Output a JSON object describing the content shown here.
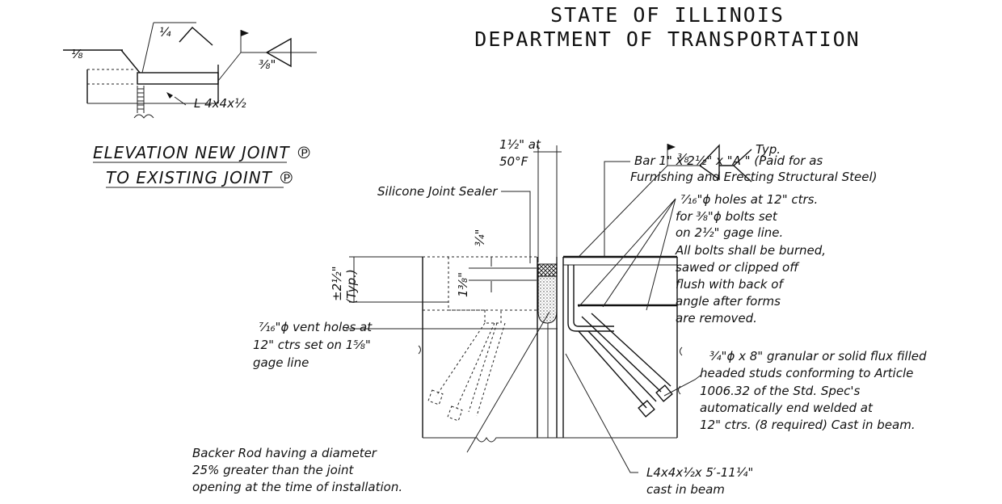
{
  "header": {
    "line1": "STATE OF ILLINOIS",
    "line2": "DEPARTMENT OF TRANSPORTATION"
  },
  "elevation_title": {
    "line1": "ELEVATION NEW JOINT ℗",
    "line2": "TO EXISTING JOINT ℗"
  },
  "small_detail": {
    "weld_quarter": "¼",
    "weld_eighth": "⅛",
    "weld_three_eighths": "⅜\"",
    "angle_label": "L 4x4x½"
  },
  "notes": {
    "weld_size": "⅜",
    "weld_typ": "Typ.",
    "gap_at": "1½\" at",
    "gap_temp": "50°F",
    "bar_line1": "Bar 1\" x 2½\" x \"A \" (Paid for as",
    "bar_line2": "Furnishing and Erecting Structural Steel)",
    "silicone": "Silicone Joint Sealer",
    "holes_line1": "⁷⁄₁₆\"ϕ holes at 12\" ctrs.",
    "holes_line2": "for ⅜\"ϕ bolts set",
    "holes_line3": "on 2½\" gage line.",
    "holes_line4": "All bolts shall be burned,",
    "holes_line5": "sawed or clipped off",
    "holes_line6": "flush with back of",
    "holes_line7": "angle after forms",
    "holes_line8": "are removed.",
    "dim_three_quarter": "¾\"",
    "dim_one_three_eighths": "1⅜\"",
    "dim_plusminus": "±2½\"",
    "dim_typ": "(Typ.)",
    "vent_line1": "⁷⁄₁₆\"ϕ vent holes at",
    "vent_line2": "12\" ctrs set on 1⅝\"",
    "vent_line3": "gage line",
    "studs_line1": "¾\"ϕ x 8\" granular or solid flux filled",
    "studs_line2": "headed studs conforming to Article",
    "studs_line3": "1006.32 of the Std. Spec's",
    "studs_line4": "automatically end welded at",
    "studs_line5": "12\" ctrs. (8 required) Cast in beam.",
    "backer_line1": "Backer Rod having a diameter",
    "backer_line2": "25% greater than the joint",
    "backer_line3": "opening at the time of installation.",
    "angle_line1": "L4x4x½x 5′-11¼\"",
    "angle_line2": "cast in beam"
  }
}
